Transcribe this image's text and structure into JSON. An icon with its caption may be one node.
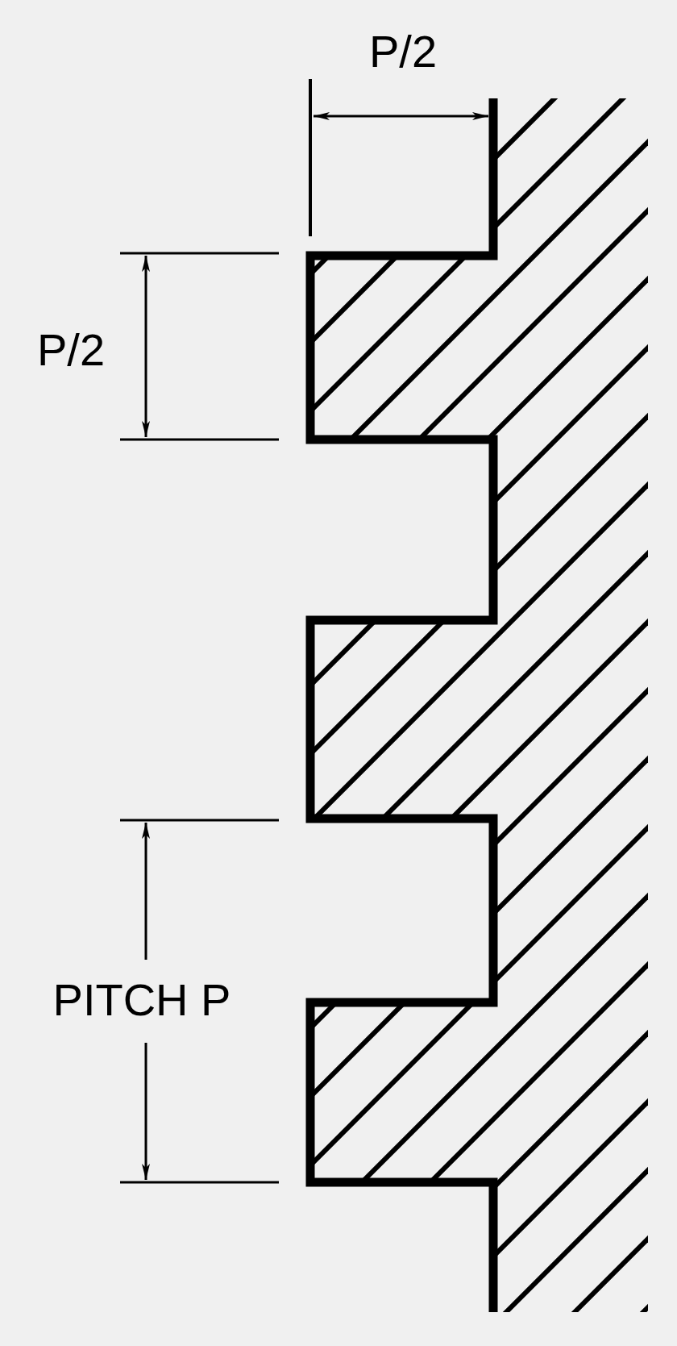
{
  "diagram": {
    "labels": [
      "P/2",
      "P/2",
      "PITCH P"
    ]
  }
}
